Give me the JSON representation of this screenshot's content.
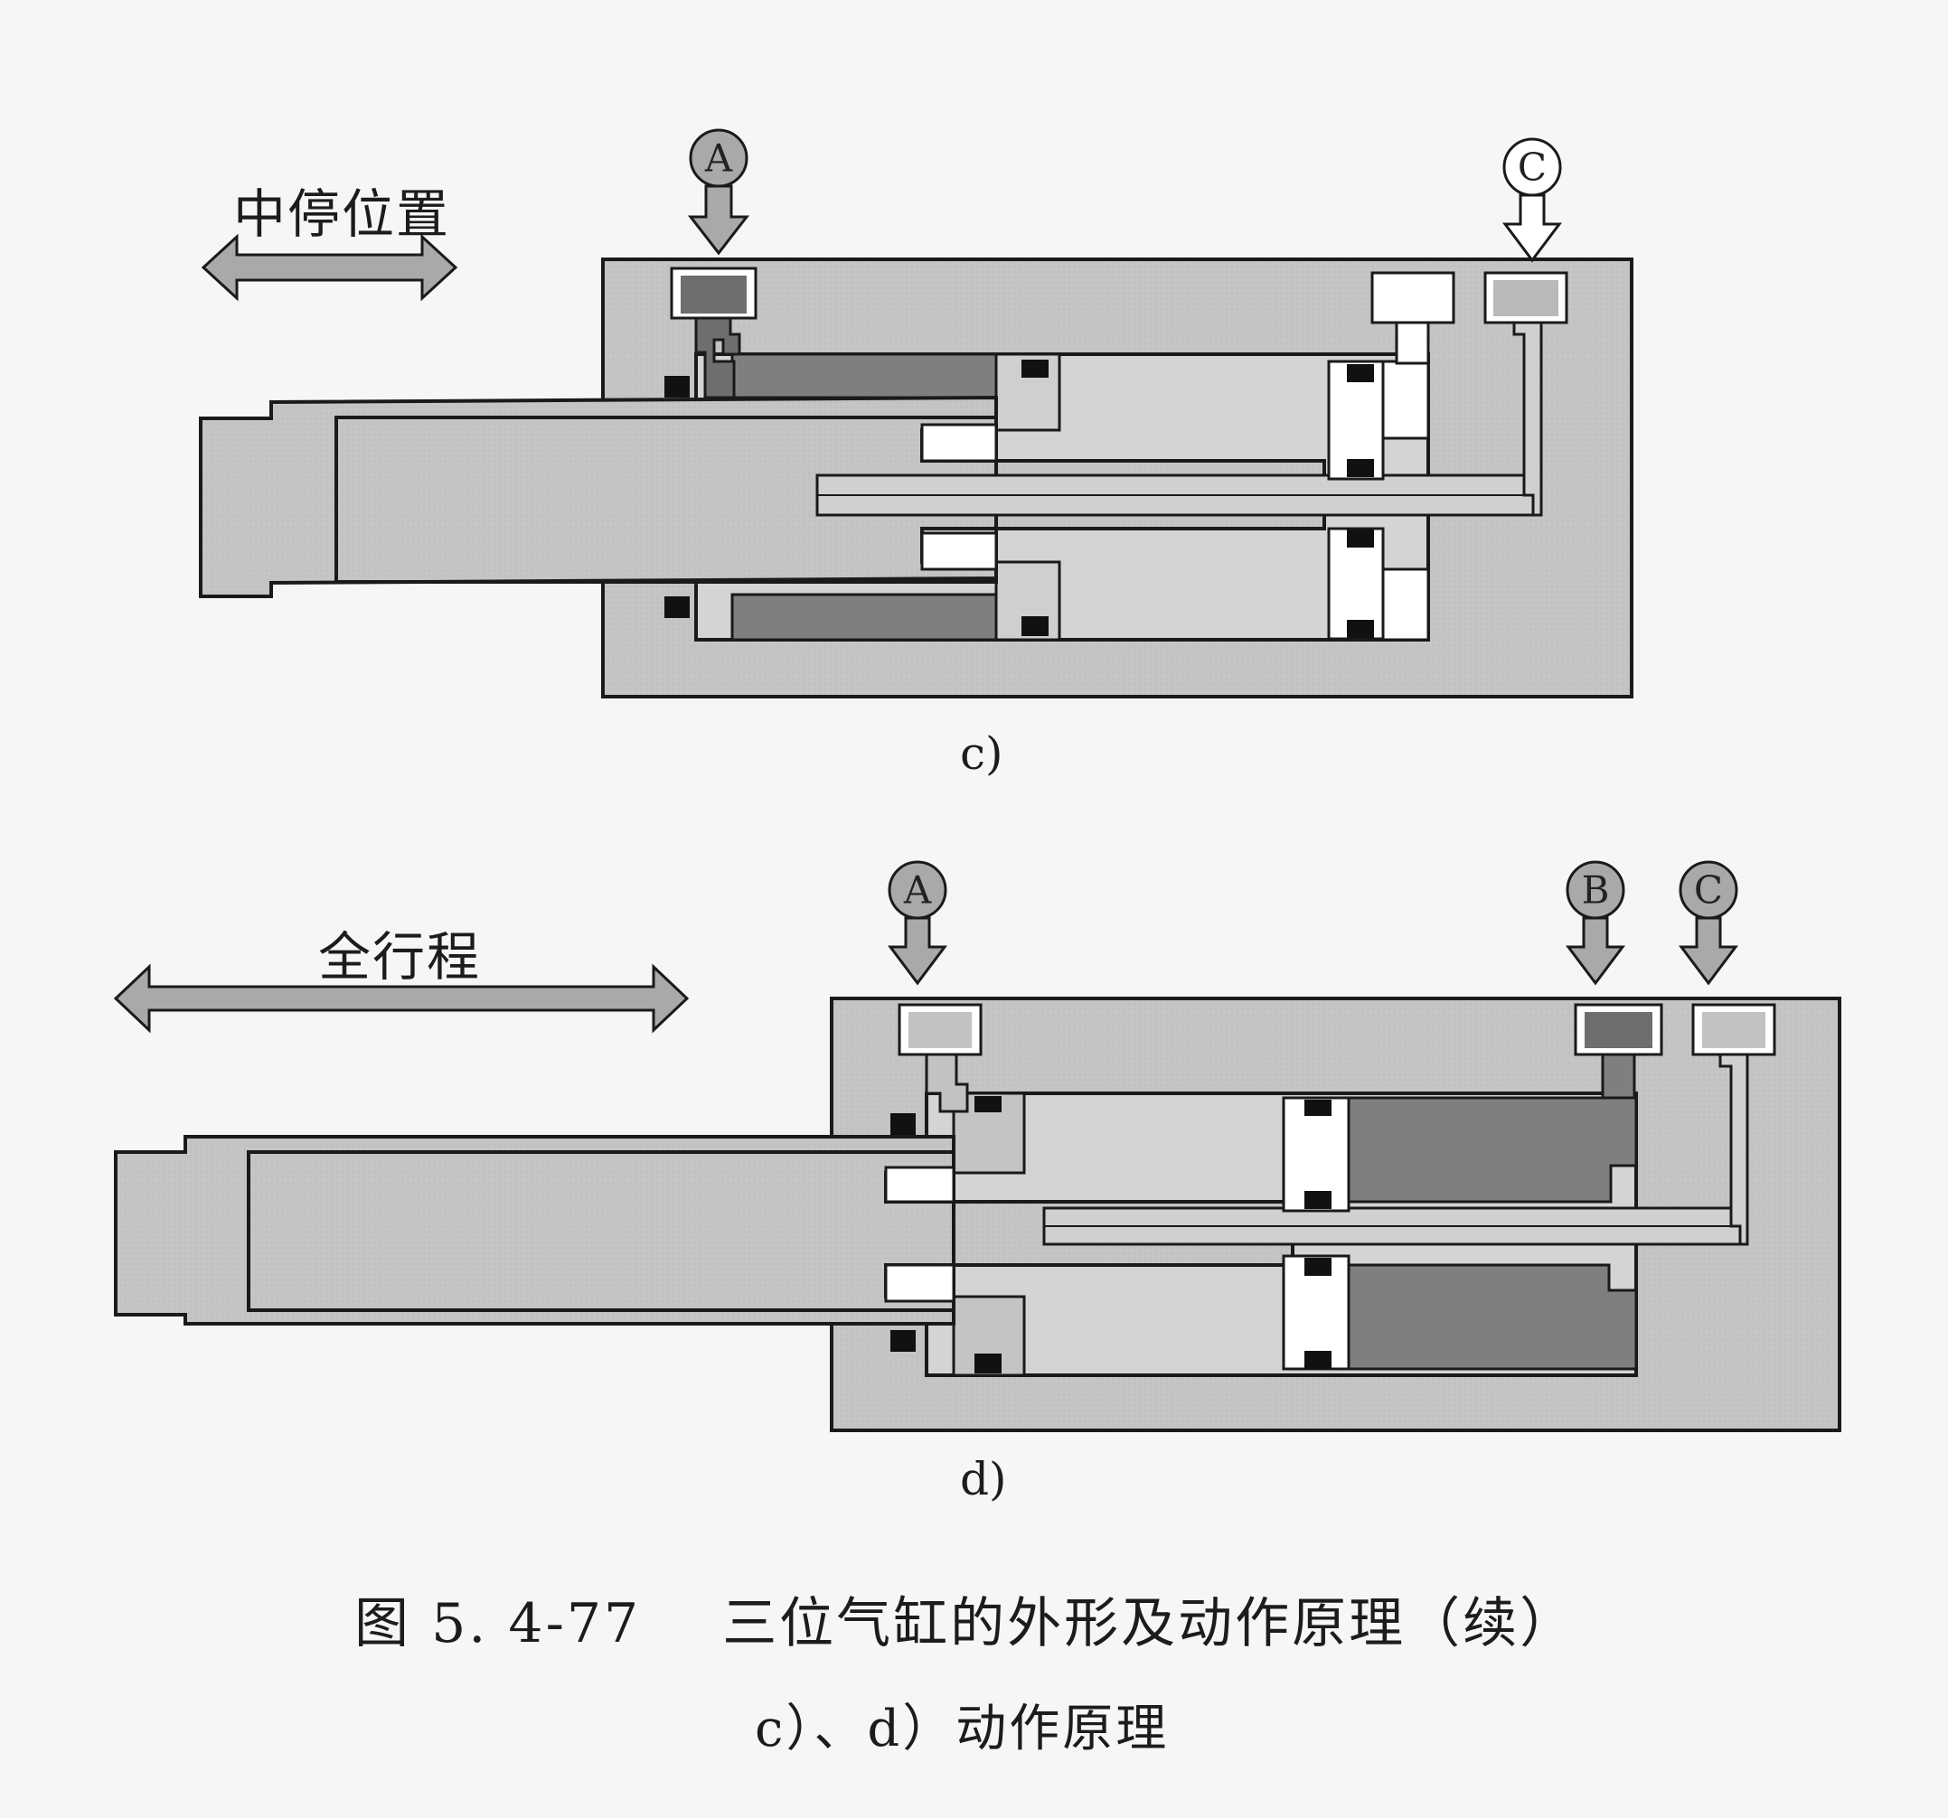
{
  "panels": [
    {
      "id": "c",
      "label": "c)",
      "motion_label": "中停位置",
      "ports": [
        {
          "letter": "A",
          "state": "pressurized"
        },
        {
          "letter": "C",
          "state": "exhaust"
        }
      ]
    },
    {
      "id": "d",
      "label": "d)",
      "motion_label": "全行程",
      "ports": [
        {
          "letter": "A",
          "state": "pressurized"
        },
        {
          "letter": "B",
          "state": "pressurized"
        },
        {
          "letter": "C",
          "state": "pressurized"
        }
      ]
    }
  ],
  "caption": {
    "number": "图 5. 4-77",
    "title": "三位气缸的外形及动作原理（续）",
    "subtitle": "c）、d）动作原理"
  },
  "colors": {
    "paper": "#f6f6f4",
    "body_fill": "#c6c6c6",
    "rod_fill": "#c9c9c9",
    "chamber_fill": "#d4d4d4",
    "pressurized_chamber": "#7f7f7f",
    "light_chamber": "#b9b9b9",
    "white_part": "#ffffff",
    "seal": "#111111",
    "arrow_fill": "#a9a9a9",
    "outline": "#1a1a1a"
  }
}
